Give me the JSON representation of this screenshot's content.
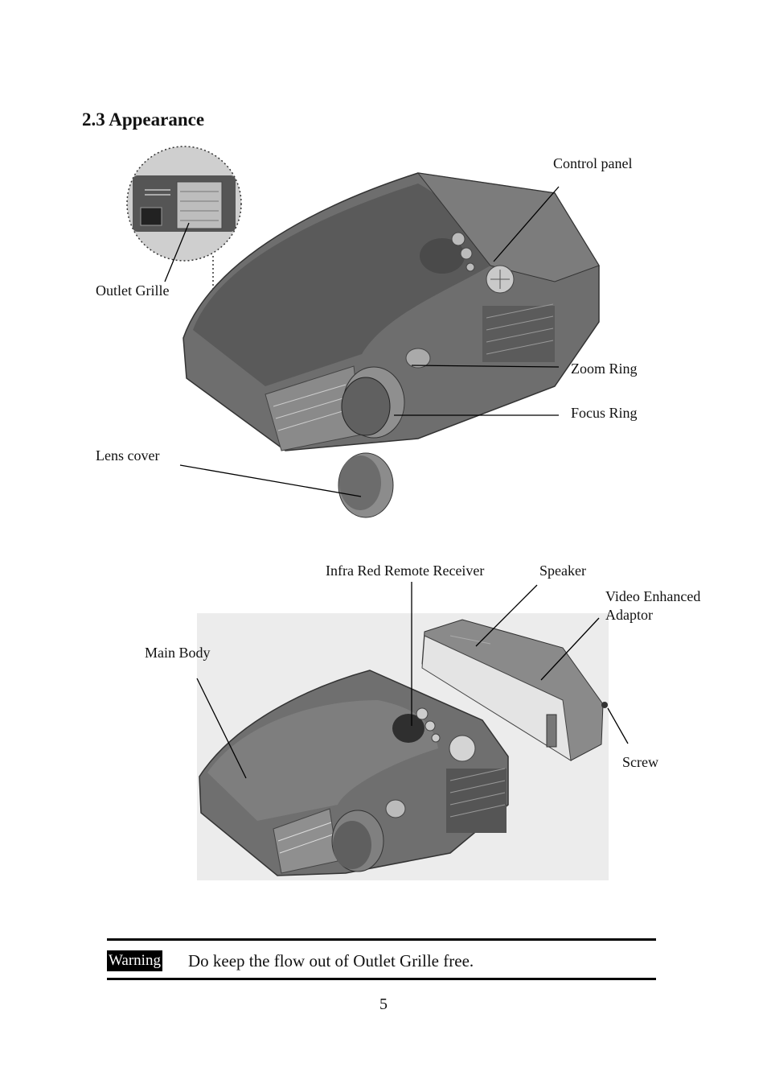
{
  "section": {
    "title": "2.3 Appearance"
  },
  "figure1": {
    "labels": {
      "control_panel": "Control panel",
      "outlet_grille": "Outlet Grille",
      "zoom_ring": "Zoom Ring",
      "focus_ring": "Focus Ring",
      "lens_cover": "Lens cover"
    }
  },
  "figure2": {
    "labels": {
      "ir_receiver": "Infra Red Remote Receiver",
      "speaker": "Speaker",
      "video_adaptor_line1": "Video Enhanced",
      "video_adaptor_line2": "Adaptor",
      "main_body": "Main Body",
      "screw": "Screw"
    }
  },
  "warning": {
    "badge": "Warning",
    "text": "Do keep the flow out of Outlet Grille free."
  },
  "page_number": "5"
}
